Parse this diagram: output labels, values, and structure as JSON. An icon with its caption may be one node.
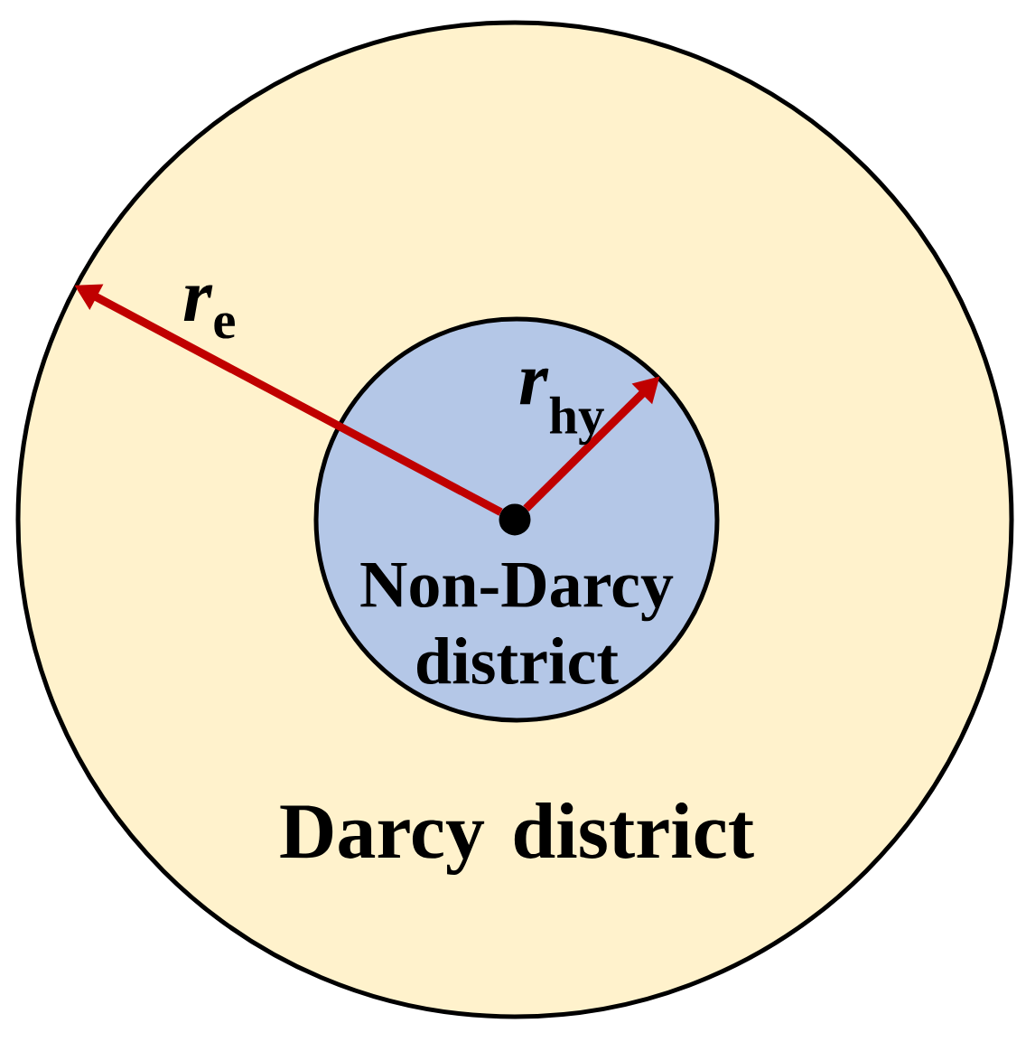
{
  "diagram": {
    "nodes": [
      {
        "text": [
          "Darcy district"
        ]
      },
      {
        "text": [
          "Non-Darcy district"
        ],
        "in": 0
      },
      {
        "text": [],
        "shape": "circle",
        "in": 1
      }
    ],
    "edges": [
      {
        "from": 2,
        "to": 0,
        "arrow": "to",
        "label": "*r*$_{e}$"
      },
      {
        "from": 2,
        "to": 1,
        "arrow": "to",
        "label": "*r*$_{hy}$"
      }
    ]
  }
}
